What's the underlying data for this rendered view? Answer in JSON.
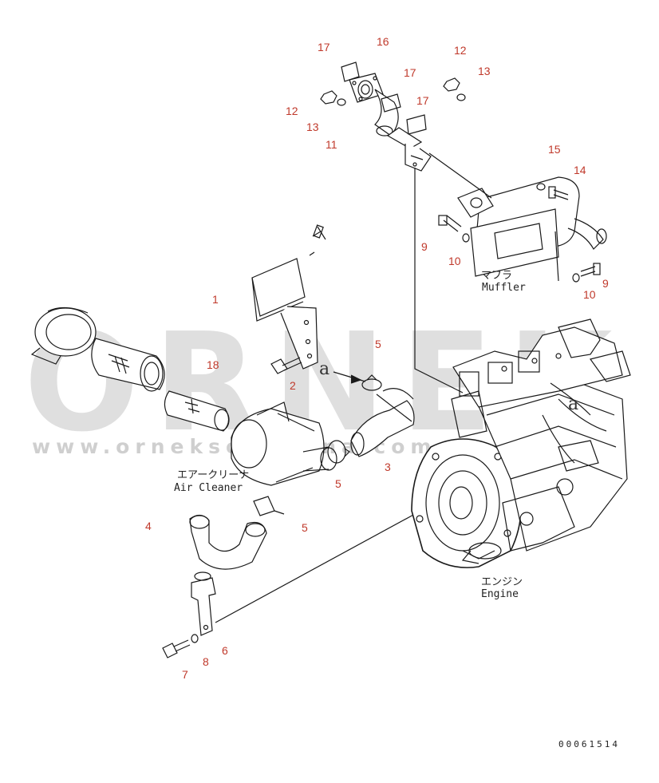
{
  "callouts": {
    "n1": "1",
    "n2": "2",
    "n3": "3",
    "n4": "4",
    "n5a": "5",
    "n5b": "5",
    "n5c": "5",
    "n6": "6",
    "n7": "7",
    "n8": "8",
    "n9a": "9",
    "n9b": "9",
    "n10a": "10",
    "n10b": "10",
    "n11": "11",
    "n12a": "12",
    "n12b": "12",
    "n13a": "13",
    "n13b": "13",
    "n14": "14",
    "n15": "15",
    "n16": "16",
    "n17a": "17",
    "n17b": "17",
    "n17c": "17",
    "n18": "18"
  },
  "labels": {
    "muffler_jp": "マフラ",
    "muffler_en": "Muffler",
    "air_cleaner_jp": "エアークリーナ",
    "air_cleaner_en": "Air Cleaner",
    "engine_jp": "エンジン",
    "engine_en": "Engine",
    "marker_left": "a",
    "marker_right": "a"
  },
  "watermark": {
    "brand": "ORNEK",
    "url": "www.orneksomakina.com.tr"
  },
  "reference_number": "00061514",
  "colors": {
    "callout": "#c0392b",
    "line": "#1a1a1a",
    "watermark": "#b9b9b9"
  }
}
